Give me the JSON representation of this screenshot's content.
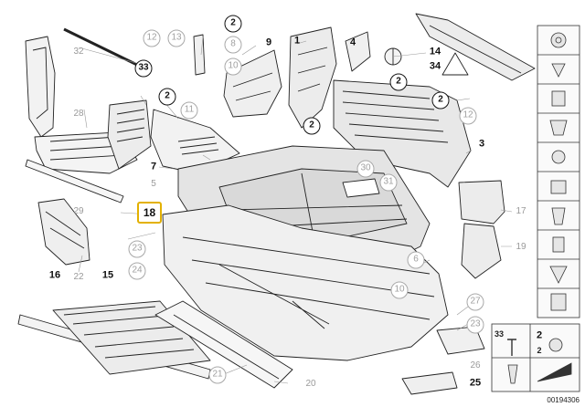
{
  "highlight_label": "18",
  "catalog_number": "00194306",
  "callouts_plain": [
    {
      "text": "32",
      "grey": true
    },
    {
      "text": "9",
      "grey": false
    },
    {
      "text": "1",
      "grey": false
    },
    {
      "text": "4",
      "grey": false
    },
    {
      "text": "14",
      "grey": false
    },
    {
      "text": "34",
      "grey": false
    },
    {
      "text": "28",
      "grey": true
    },
    {
      "text": "7",
      "grey": false
    },
    {
      "text": "5",
      "grey": true
    },
    {
      "text": "3",
      "grey": false
    },
    {
      "text": "29",
      "grey": true
    },
    {
      "text": "17",
      "grey": true
    },
    {
      "text": "19",
      "grey": true
    },
    {
      "text": "16",
      "grey": false
    },
    {
      "text": "22",
      "grey": true
    },
    {
      "text": "15",
      "grey": false
    },
    {
      "text": "20",
      "grey": true
    },
    {
      "text": "26",
      "grey": true
    },
    {
      "text": "25",
      "grey": false
    },
    {
      "text": "2",
      "grey": false
    }
  ],
  "callouts_circled": [
    {
      "text": "2",
      "grey": false
    },
    {
      "text": "12",
      "grey": true
    },
    {
      "text": "13",
      "grey": true
    },
    {
      "text": "8",
      "grey": true
    },
    {
      "text": "10",
      "grey": true
    },
    {
      "text": "33",
      "grey": false
    },
    {
      "text": "2",
      "grey": false
    },
    {
      "text": "11",
      "grey": true
    },
    {
      "text": "2",
      "grey": false
    },
    {
      "text": "2",
      "grey": false
    },
    {
      "text": "2",
      "grey": false
    },
    {
      "text": "12",
      "grey": true
    },
    {
      "text": "30",
      "grey": true
    },
    {
      "text": "31",
      "grey": true
    },
    {
      "text": "23",
      "grey": true
    },
    {
      "text": "24",
      "grey": true
    },
    {
      "text": "6",
      "grey": true
    },
    {
      "text": "10",
      "grey": true
    },
    {
      "text": "27",
      "grey": true
    },
    {
      "text": "23",
      "grey": true
    },
    {
      "text": "21",
      "grey": true
    }
  ],
  "right_panel_labels": [
    "33",
    "2"
  ]
}
